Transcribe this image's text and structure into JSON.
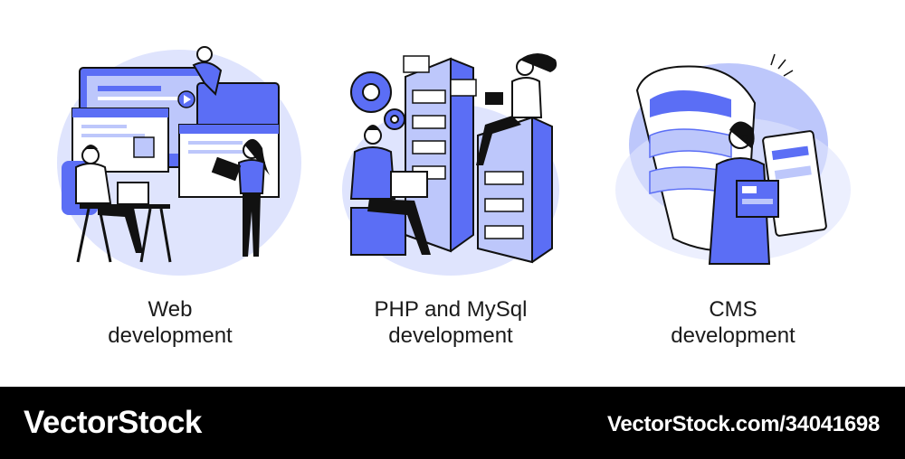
{
  "panels": [
    {
      "line1": "Web",
      "line2": "development",
      "scene": "web-development-illustration"
    },
    {
      "line1": "PHP and MySql",
      "line2": "development",
      "scene": "php-mysql-development-illustration"
    },
    {
      "line1": "CMS",
      "line2": "development",
      "scene": "cms-development-illustration"
    }
  ],
  "colors": {
    "primary": "#5b6ef5",
    "light": "#bdc7fb",
    "pale": "#dfe4fd",
    "ink": "#111111"
  },
  "footer": {
    "brand": "VectorStock",
    "brand_url": "VectorStock.com/34041698"
  }
}
